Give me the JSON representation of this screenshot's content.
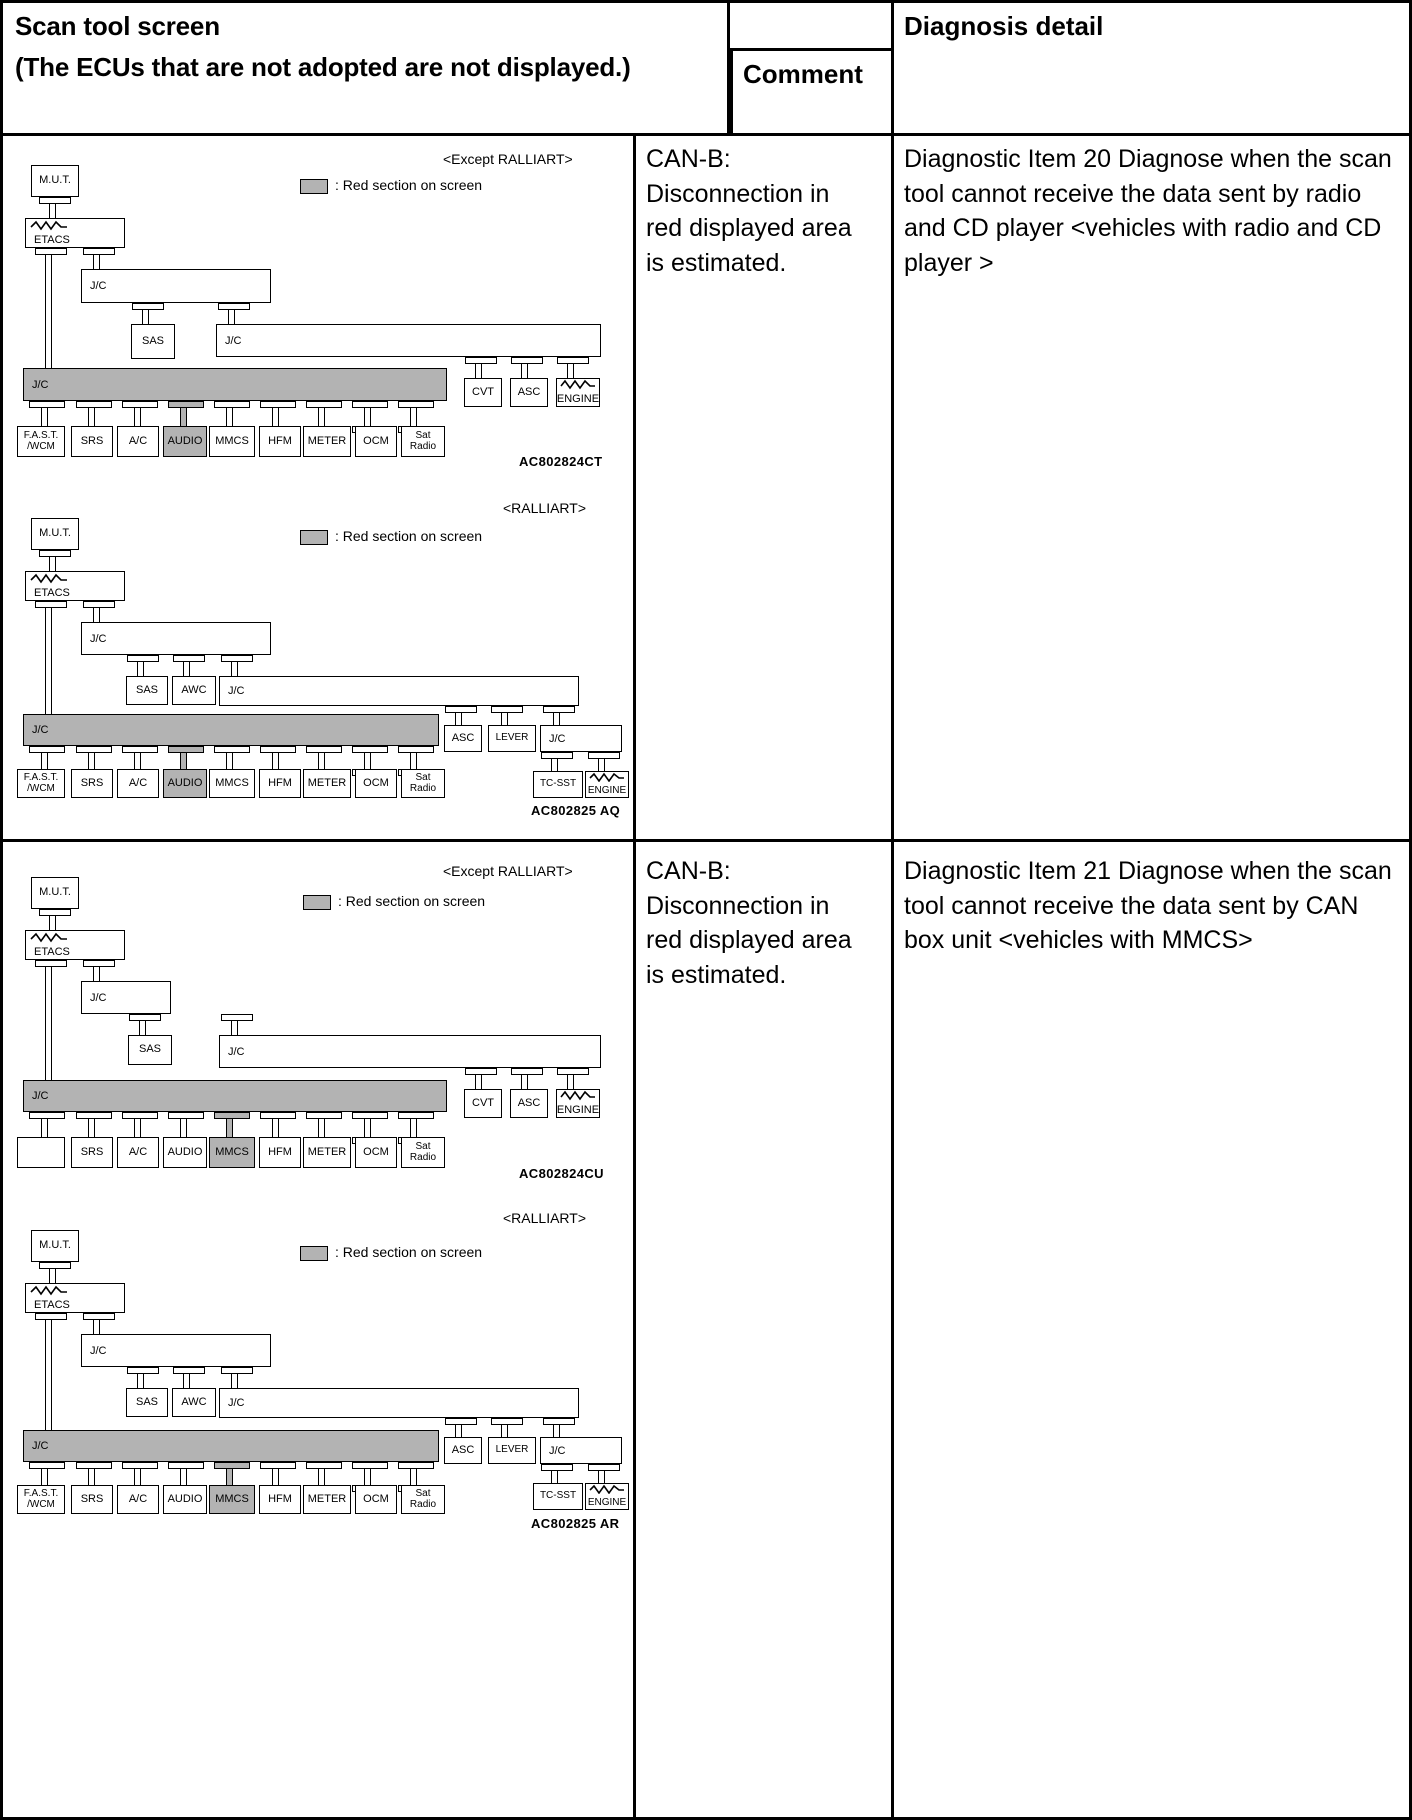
{
  "header": {
    "scan_tool_title": "Scan tool screen",
    "scan_tool_note": "(The ECUs that are not adopted are not displayed.)",
    "comment_title": "Comment",
    "diagnosis_title": "Diagnosis detail"
  },
  "rows": [
    {
      "comment": "CAN-B: Disconnection in red displayed area is estimated.",
      "detail": "Diagnostic Item 20 Diagnose when the scan tool cannot receive the data sent by radio and CD player <vehicles with radio and CD player >",
      "diagrams": [
        {
          "variant_label": "<Except RALLIART>",
          "legend_text": ": Red section on screen",
          "part_number": "AC802824CT",
          "highlighted_ecu": "AUDIO",
          "nodes": [
            "M.U.T.",
            "ETACS",
            "J/C",
            "SAS",
            "J/C",
            "J/C",
            "CVT",
            "ASC",
            "ENGINE"
          ],
          "ecus": [
            "F.A.S.T./WCM",
            "SRS",
            "A/C",
            "AUDIO",
            "MMCS",
            "HFM",
            "METER",
            "OCM",
            "Sat Radio"
          ],
          "ecu_lines": [
            [
              "F.A.S.T.",
              "/WCM"
            ],
            [
              "SRS"
            ],
            [
              "A/C"
            ],
            [
              "AUDIO"
            ],
            [
              "MMCS"
            ],
            [
              "HFM"
            ],
            [
              "METER"
            ],
            [
              "OCM"
            ],
            [
              "Sat",
              "Radio"
            ]
          ],
          "right_nodes": [
            "CVT",
            "ASC",
            "ENGINE"
          ],
          "mut": "M.U.T.",
          "etacs": "ETACS",
          "jc": "J/C",
          "sas": "SAS"
        },
        {
          "variant_label": "<RALLIART>",
          "legend_text": ": Red section on screen",
          "part_number": "AC802825 AQ",
          "highlighted_ecu": "AUDIO",
          "nodes": [
            "M.U.T.",
            "ETACS",
            "J/C",
            "SAS",
            "AWC",
            "J/C",
            "J/C",
            "ASC",
            "LEVER",
            "J/C",
            "TC-SST",
            "ENGINE"
          ],
          "ecus": [
            "F.A.S.T./WCM",
            "SRS",
            "A/C",
            "AUDIO",
            "MMCS",
            "HFM",
            "METER",
            "OCM",
            "Sat Radio"
          ],
          "ecu_lines": [
            [
              "F.A.S.T.",
              "/WCM"
            ],
            [
              "SRS"
            ],
            [
              "A/C"
            ],
            [
              "AUDIO"
            ],
            [
              "MMCS"
            ],
            [
              "HFM"
            ],
            [
              "METER"
            ],
            [
              "OCM"
            ],
            [
              "Sat",
              "Radio"
            ]
          ],
          "right_nodes": [
            "ASC",
            "LEVER",
            "J/C",
            "TC-SST",
            "ENGINE"
          ],
          "mut": "M.U.T.",
          "etacs": "ETACS",
          "jc": "J/C",
          "sas": "SAS",
          "awc": "AWC",
          "tcsst": "TC-SST",
          "lever": "LEVER"
        }
      ]
    },
    {
      "comment": "CAN-B: Disconnection in red displayed area is estimated.",
      "detail": "Diagnostic Item 21 Diagnose when the scan tool cannot receive the data sent by CAN box unit <vehicles with MMCS>",
      "diagrams": [
        {
          "variant_label": "<Except RALLIART>",
          "legend_text": ": Red section on screen",
          "part_number": "AC802824CU",
          "highlighted_ecu": "MMCS",
          "nodes": [
            "M.U.T.",
            "ETACS",
            "J/C",
            "SAS",
            "J/C",
            "J/C",
            "CVT",
            "ASC",
            "ENGINE"
          ],
          "ecus": [
            "",
            "SRS",
            "A/C",
            "AUDIO",
            "MMCS",
            "HFM",
            "METER",
            "OCM",
            "Sat Radio"
          ],
          "ecu_lines": [
            [
              ""
            ],
            [
              "SRS"
            ],
            [
              "A/C"
            ],
            [
              "AUDIO"
            ],
            [
              "MMCS"
            ],
            [
              "HFM"
            ],
            [
              "METER"
            ],
            [
              "OCM"
            ],
            [
              "Sat",
              "Radio"
            ]
          ],
          "right_nodes": [
            "CVT",
            "ASC",
            "ENGINE"
          ],
          "mut": "M.U.T.",
          "etacs": "ETACS",
          "jc": "J/C",
          "sas": "SAS"
        },
        {
          "variant_label": "<RALLIART>",
          "legend_text": ": Red section on screen",
          "part_number": "AC802825 AR",
          "highlighted_ecu": "MMCS",
          "nodes": [
            "M.U.T.",
            "ETACS",
            "J/C",
            "SAS",
            "AWC",
            "J/C",
            "J/C",
            "ASC",
            "LEVER",
            "J/C",
            "TC-SST",
            "ENGINE"
          ],
          "ecus": [
            "F.A.S.T./WCM",
            "SRS",
            "A/C",
            "AUDIO",
            "MMCS",
            "HFM",
            "METER",
            "OCM",
            "Sat Radio"
          ],
          "ecu_lines": [
            [
              "F.A.S.T.",
              "/WCM"
            ],
            [
              "SRS"
            ],
            [
              "A/C"
            ],
            [
              "AUDIO"
            ],
            [
              "MMCS"
            ],
            [
              "HFM"
            ],
            [
              "METER"
            ],
            [
              "OCM"
            ],
            [
              "Sat",
              "Radio"
            ]
          ],
          "right_nodes": [
            "ASC",
            "LEVER",
            "J/C",
            "TC-SST",
            "ENGINE"
          ],
          "mut": "M.U.T.",
          "etacs": "ETACS",
          "jc": "J/C",
          "sas": "SAS",
          "awc": "AWC",
          "tcsst": "TC-SST",
          "lever": "LEVER"
        }
      ]
    }
  ],
  "labels": {
    "engine": "ENGINE",
    "cvt": "CVT",
    "asc": "ASC",
    "jc": "J/C"
  },
  "colors": {
    "red_section": "#b3b3b3",
    "line": "#000000",
    "background": "#ffffff"
  }
}
